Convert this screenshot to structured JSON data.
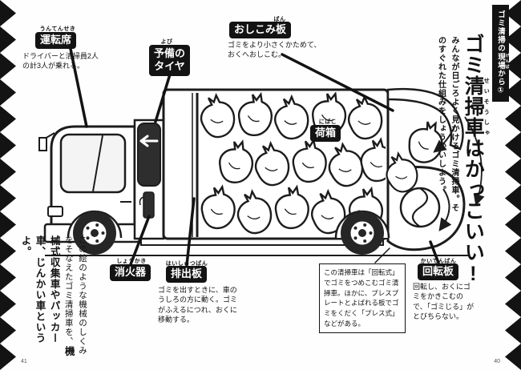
{
  "page": {
    "banner": {
      "prefix": "ゴミ清掃の",
      "ruby_base": "現場",
      "ruby_text": "げんば",
      "suffix": "から①"
    },
    "title": {
      "prefix": "ゴミ",
      "ruby_base": "清掃車",
      "ruby_text": "せいそうしゃ",
      "suffix": "はかっこいい!"
    },
    "subtitle": "みんなが日ごろよく見かけるゴミ清掃車。そのすぐれた仕組みをしょうかいしよう。",
    "page_number_left": "41",
    "page_number_right": "40"
  },
  "labels": {
    "driver_seat": {
      "furigana": "うんてんせき",
      "label": "運転席",
      "desc": "ドライバーと清掃員2人の計3人が乗れる。"
    },
    "spare_tire": {
      "furigana": "よび",
      "label_line1": "予備の",
      "label_line2": "タイヤ"
    },
    "push_plate": {
      "furigana": "ばん",
      "label": "おしこみ板",
      "desc": "ゴミをより小さくかためて、おくへおしこむ。"
    },
    "cargo_box": {
      "furigana": "にばこ",
      "label": "荷箱"
    },
    "fire_extinguisher": {
      "furigana": "しょうかき",
      "label": "消火器"
    },
    "discharge_plate": {
      "furigana": "はいしゅつばん",
      "label": "排出板",
      "desc": "ゴミを出すときに、車のうしろの方に動く。ゴミがふえるにつれ、おくに移動する。"
    },
    "rotating_plate": {
      "furigana": "かいてんばん",
      "label": "回転板",
      "desc": "回転し、おくにゴミをかきこむので、「ゴミじる」がとびちらない。"
    }
  },
  "notes": {
    "truck_type": "この清掃車は「回転式」でゴミをつめこむゴミ清掃車。ほかに、プレスプレートとよばれる板でゴミをくだく「プレス式」などがある。",
    "left_note_normal": "この絵のような機械のしくみをそなえたゴミ清掃車を、",
    "left_note_bold": "機械式収集車やパッカー車、じんかい車というよ。"
  }
}
